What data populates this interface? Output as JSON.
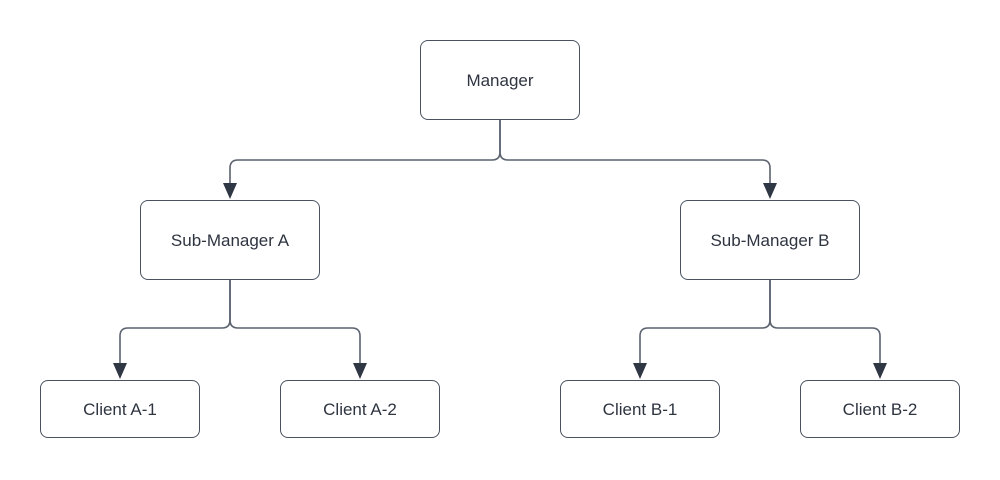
{
  "diagram": {
    "type": "org-chart",
    "nodes": {
      "manager": {
        "label": "Manager"
      },
      "sub_a": {
        "label": "Sub-Manager A"
      },
      "sub_b": {
        "label": "Sub-Manager B"
      },
      "client_a1": {
        "label": "Client A-1"
      },
      "client_a2": {
        "label": "Client A-2"
      },
      "client_b1": {
        "label": "Client B-1"
      },
      "client_b2": {
        "label": "Client B-2"
      }
    },
    "edges": [
      {
        "from": "Manager",
        "to": "Sub-Manager A",
        "style": "elbow-arrow"
      },
      {
        "from": "Manager",
        "to": "Sub-Manager B",
        "style": "elbow-arrow"
      },
      {
        "from": "Sub-Manager A",
        "to": "Client A-1",
        "style": "elbow-arrow"
      },
      {
        "from": "Sub-Manager A",
        "to": "Client A-2",
        "style": "elbow-arrow"
      },
      {
        "from": "Sub-Manager B",
        "to": "Client B-1",
        "style": "elbow-arrow"
      },
      {
        "from": "Sub-Manager B",
        "to": "Client B-2",
        "style": "elbow-arrow"
      }
    ],
    "colors": {
      "background": "#ffffff",
      "node_fill": "#ffffff",
      "node_border": "#4a5260",
      "text": "#2e3440",
      "connector": "#5a626e",
      "arrowhead": "#2f3644"
    }
  }
}
